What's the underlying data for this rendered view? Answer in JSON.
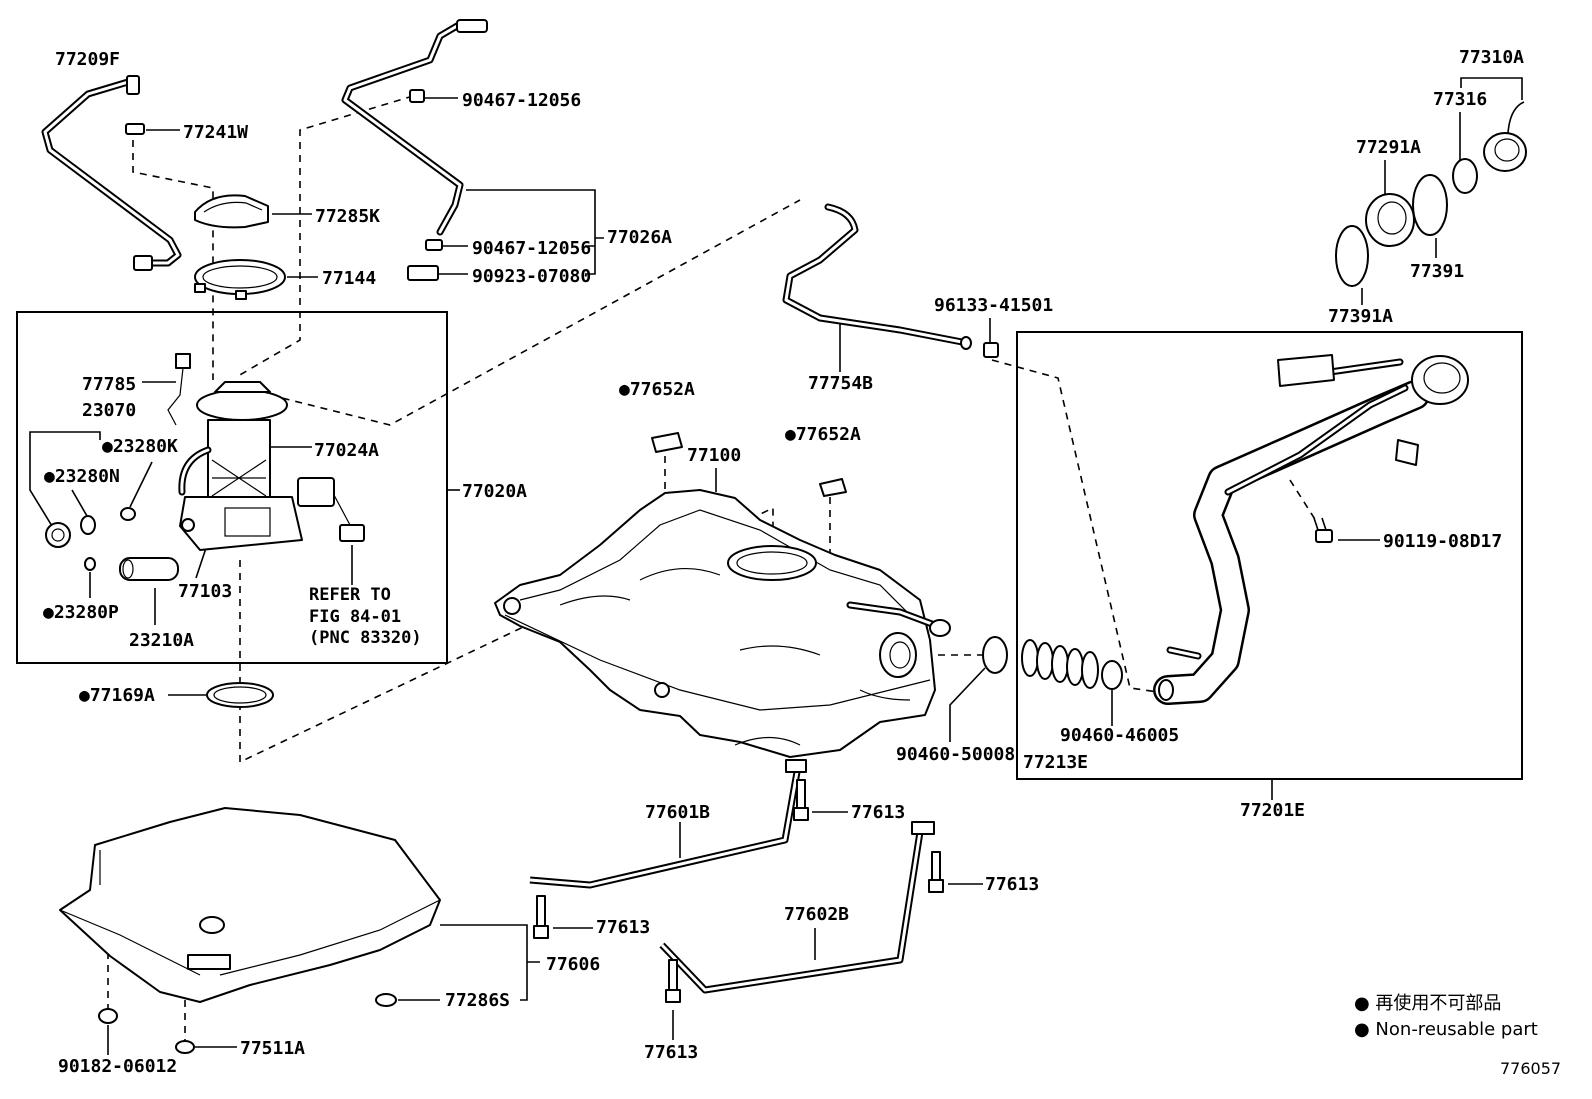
{
  "callouts": [
    "77209F",
    "77241W",
    "90467-12056",
    "77285K",
    "90467-12056",
    "77026A",
    "77144",
    "90923-07080",
    "77785",
    "23070",
    "●23280K",
    "●23280N",
    "77024A",
    "77020A",
    "77103",
    "●23280P",
    "23210A",
    "●77169A",
    "●77652A",
    "77100",
    "●77652A",
    "77754B",
    "96133-41501",
    "77310A",
    "77316",
    "77291A",
    "77391",
    "77391A",
    "90119-08D17",
    "90460-50008",
    "90460-46005",
    "77213E",
    "77201E",
    "77601B",
    "77613",
    "77613",
    "77613",
    "77602B",
    "77606",
    "77286S",
    "77613",
    "90182-06012",
    "77511A"
  ],
  "refer_note": [
    "REFER TO",
    "FIG 84-01",
    "(PNC 83320)"
  ],
  "legend": {
    "jp": "● 再使用不可部品",
    "en": "● Non-reusable part"
  },
  "figure_number": "776057"
}
